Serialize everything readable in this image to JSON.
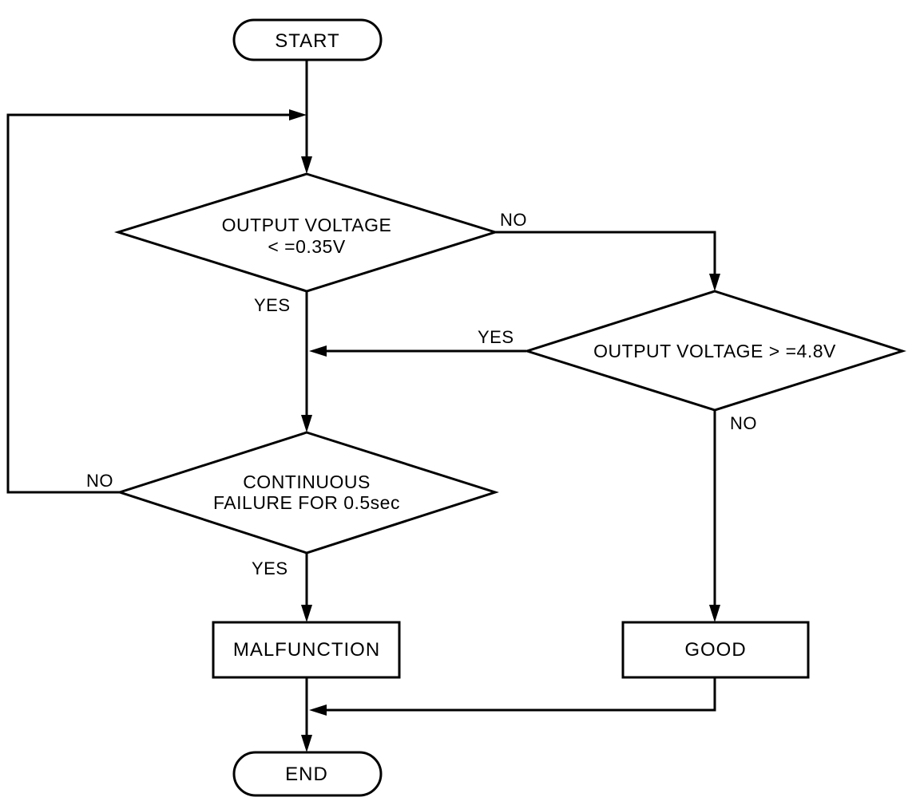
{
  "diagram": {
    "type": "flowchart",
    "colors": {
      "background": "#ffffff",
      "line": "#000000",
      "text": "#000000"
    },
    "nodes": {
      "start": {
        "shape": "terminator",
        "label": "START"
      },
      "check_low": {
        "shape": "decision",
        "line1": "OUTPUT VOLTAGE",
        "line2": "< =0.35V"
      },
      "check_high": {
        "shape": "decision",
        "label": "OUTPUT VOLTAGE > =4.8V"
      },
      "check_continuous": {
        "shape": "decision",
        "line1": "CONTINUOUS",
        "line2": "FAILURE FOR 0.5sec"
      },
      "malfunction": {
        "shape": "process",
        "label": "MALFUNCTION"
      },
      "good": {
        "shape": "process",
        "label": "GOOD"
      },
      "end": {
        "shape": "terminator",
        "label": "END"
      }
    },
    "edges": {
      "start_to_check_low": {
        "from": "start",
        "to": "check_low",
        "label": ""
      },
      "check_low_no": {
        "from": "check_low",
        "to": "check_high",
        "label": "NO"
      },
      "check_low_yes": {
        "from": "check_low",
        "to": "check_continuous",
        "label": "YES"
      },
      "check_high_yes": {
        "from": "check_high",
        "to": "check_continuous",
        "label": "YES"
      },
      "check_high_no": {
        "from": "check_high",
        "to": "good",
        "label": "NO"
      },
      "check_continuous_no": {
        "from": "check_continuous",
        "to": "check_low",
        "label": "NO"
      },
      "check_continuous_yes": {
        "from": "check_continuous",
        "to": "malfunction",
        "label": "YES"
      },
      "malfunction_to_end": {
        "from": "malfunction",
        "to": "end",
        "label": ""
      },
      "good_to_end": {
        "from": "good",
        "to": "end",
        "label": ""
      }
    }
  }
}
